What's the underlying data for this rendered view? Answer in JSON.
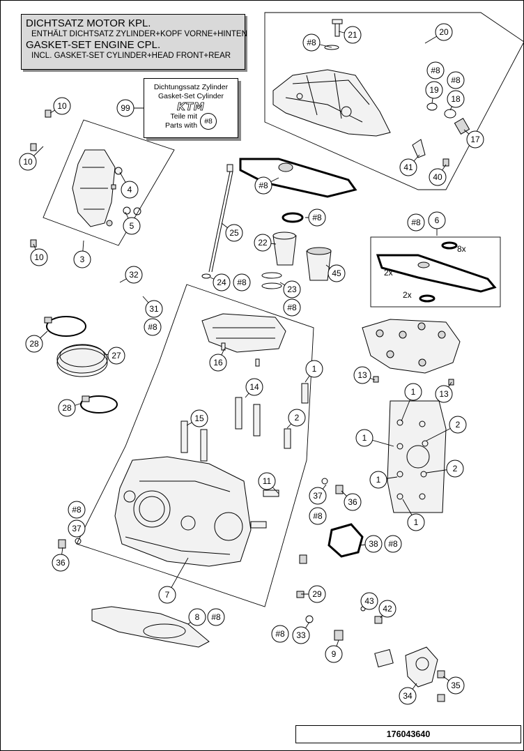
{
  "title": {
    "line1": "DICHTSATZ MOTOR KPL.",
    "line2": "ENTHÄLT DICHTSATZ ZYLINDER+KOPF VORNE+HINTEN",
    "line3": "GASKET-SET ENGINE CPL.",
    "line4": "INCL. GASKET-SET CYLINDER+HEAD FRONT+REAR"
  },
  "note": {
    "line1": "Dichtungssatz Zylinder",
    "line2": "Gasket-Set Cylinder",
    "brand": "KTM",
    "line3": "Teile mit",
    "line4": "Parts with",
    "ref": "#8"
  },
  "document_number": "176043640",
  "quantities": {
    "q1": "8x",
    "q2": "2x",
    "q3": "2x"
  },
  "callouts": [
    "10",
    "10",
    "10",
    "3",
    "4",
    "5",
    "99",
    "20",
    "21",
    "#8",
    "#8",
    "#8",
    "19",
    "18",
    "17",
    "41",
    "40",
    "#8",
    "25",
    "#8",
    "22",
    "45",
    "24",
    "#8",
    "23",
    "#8",
    "#8",
    "6",
    "32",
    "31",
    "#8",
    "28",
    "27",
    "16",
    "13",
    "13",
    "28",
    "14",
    "15",
    "1",
    "2",
    "1",
    "1",
    "2",
    "1",
    "2",
    "1",
    "11",
    "37",
    "36",
    "#8",
    "#8",
    "37",
    "36",
    "38",
    "#8",
    "7",
    "29",
    "43",
    "42",
    "8",
    "#8",
    "#8",
    "33",
    "9",
    "34",
    "35"
  ]
}
